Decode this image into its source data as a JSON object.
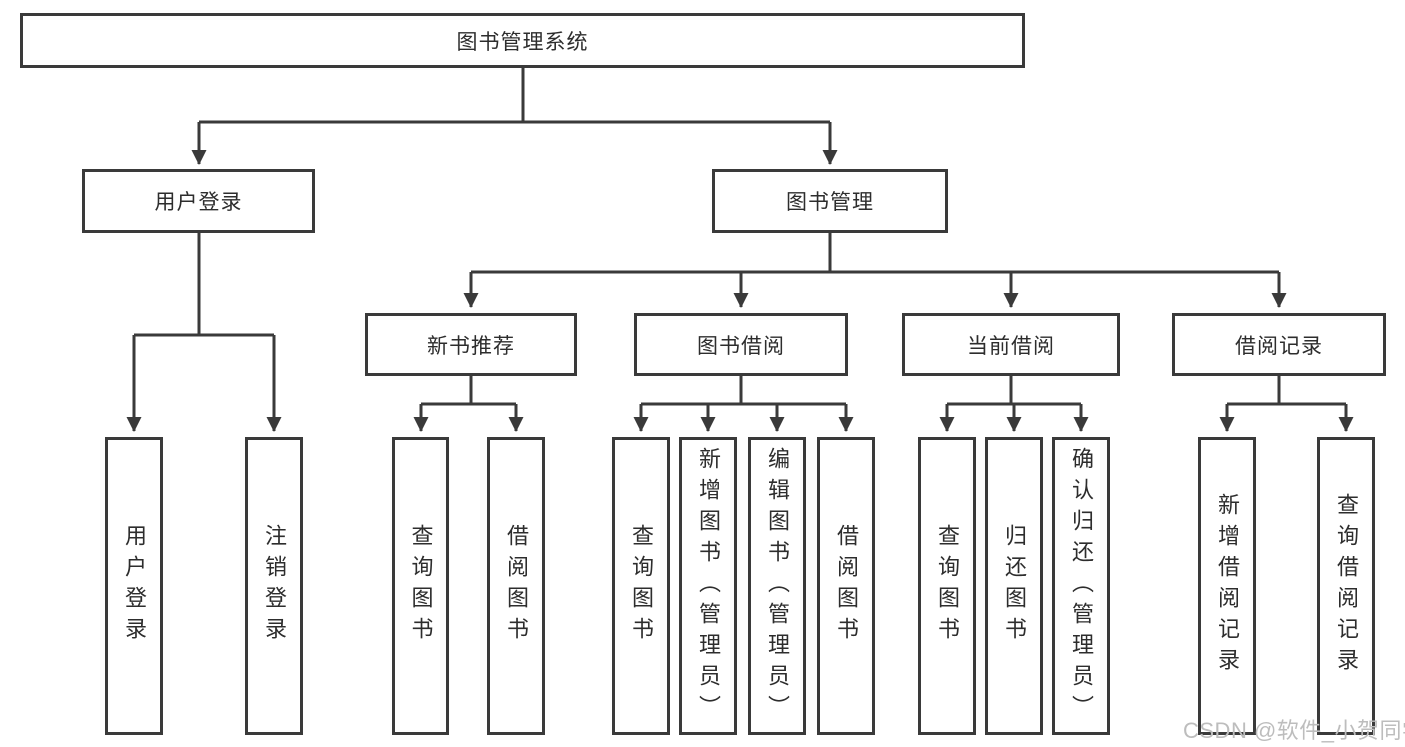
{
  "diagram": {
    "root": {
      "label": "图书管理系统"
    },
    "level2": {
      "user_login": {
        "label": "用户登录"
      },
      "book_mgmt": {
        "label": "图书管理"
      }
    },
    "level3": {
      "new_books": {
        "label": "新书推荐"
      },
      "book_borrow": {
        "label": "图书借阅"
      },
      "current_borrow": {
        "label": "当前借阅"
      },
      "borrow_records": {
        "label": "借阅记录"
      }
    },
    "leaves": {
      "user_login": [
        "用户登录",
        "注销登录"
      ],
      "new_books": [
        "查询图书",
        "借阅图书"
      ],
      "book_borrow": [
        "查询图书",
        "新增图书（管理员）",
        "编辑图书（管理员）",
        "借阅图书"
      ],
      "current_borrow": [
        "查询图书",
        "归还图书",
        "确认归还（管理员）"
      ],
      "borrow_records": [
        "新增借阅记录",
        "查询借阅记录"
      ]
    }
  },
  "watermark": "CSDN @软件_小贺同学",
  "colors": {
    "line": "#3a3a3a",
    "border": "#3a3a3a",
    "text": "#2d2d2d",
    "watermark": "#bdbdbd",
    "background": "#ffffff"
  }
}
